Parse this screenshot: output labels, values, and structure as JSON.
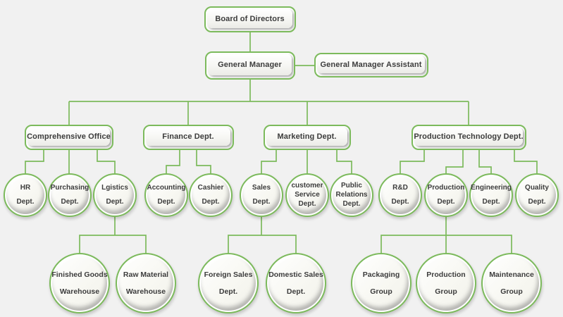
{
  "colors": {
    "accent_green": "#7cba5c",
    "text": "#3c3c3c",
    "background": "#f1f1f1",
    "node_fill": "#f6f6f1"
  },
  "nodes": {
    "board": {
      "label": "Board of Directors"
    },
    "general_manager": {
      "label": "General Manager"
    },
    "gm_assistant": {
      "label": "General Manager Assistant"
    },
    "comprehensive_office": {
      "label": "Comprehensive Office"
    },
    "finance": {
      "label": "Finance Dept."
    },
    "marketing": {
      "label": "Marketing Dept."
    },
    "production_technology": {
      "label": "Production Technology Dept."
    },
    "hr": {
      "lines": [
        "HR",
        "Dept."
      ]
    },
    "purchasing": {
      "lines": [
        "Purchasing",
        "Dept."
      ]
    },
    "logistics": {
      "lines": [
        "Lgistics",
        "Dept."
      ]
    },
    "accounting": {
      "lines": [
        "Accounting",
        "Dept."
      ]
    },
    "cashier": {
      "lines": [
        "Cashier",
        "Dept."
      ]
    },
    "sales": {
      "lines": [
        "Sales",
        "Dept."
      ]
    },
    "customer_service": {
      "lines": [
        "customer",
        "Service",
        "Dept."
      ]
    },
    "public_relations": {
      "lines": [
        "Public",
        "Relations",
        "Dept."
      ]
    },
    "rd": {
      "lines": [
        "R&D",
        "Dept."
      ]
    },
    "production": {
      "lines": [
        "Production",
        "Dept."
      ]
    },
    "engineering": {
      "lines": [
        "Engineering",
        "Dept."
      ]
    },
    "quality": {
      "lines": [
        "Quality",
        "Dept."
      ]
    },
    "finished_goods_warehouse": {
      "lines": [
        "Finished Goods",
        "Warehouse"
      ]
    },
    "raw_material_warehouse": {
      "lines": [
        "Raw Material",
        "Warehouse"
      ]
    },
    "foreign_sales": {
      "lines": [
        "Foreign Sales",
        "Dept."
      ]
    },
    "domestic_sales": {
      "lines": [
        "Domestic Sales",
        "Dept."
      ]
    },
    "packaging_group": {
      "lines": [
        "Packaging",
        "Group"
      ]
    },
    "production_group": {
      "lines": [
        "Production",
        "Group"
      ]
    },
    "maintenance_group": {
      "lines": [
        "Maintenance",
        "Group"
      ]
    }
  }
}
